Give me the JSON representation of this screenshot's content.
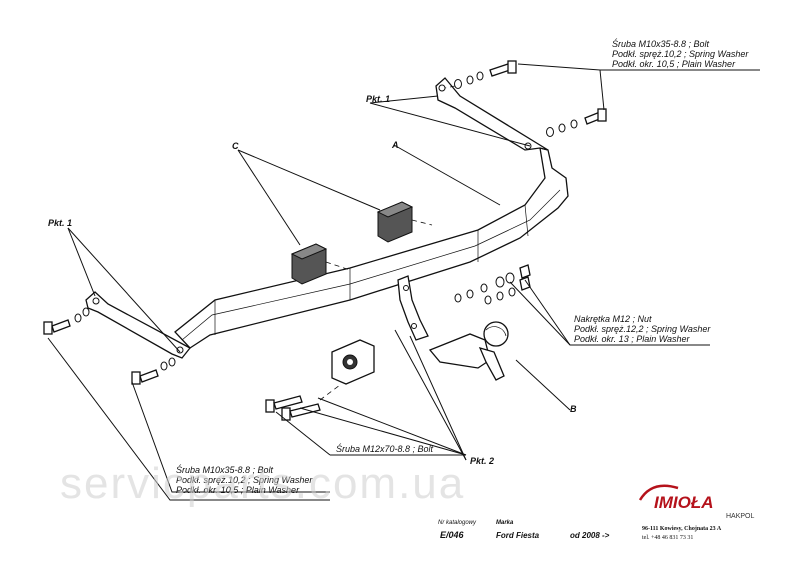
{
  "callouts": {
    "bolt_top": [
      "Śruba M10x35-8.8 ; Bolt",
      "Podkł. spręż.10,2 ; Spring Washer",
      "Podkł. okr. 10,5 ; Plain Washer"
    ],
    "nut_right": [
      "Nakrętka  M12 ; Nut",
      "Podkł. spręż.12,2 ; Spring Washer",
      "Podkł. okr. 13 ; Plain Washer"
    ],
    "bolt_bottom": [
      "Śruba M10x35-8.8 ;  Bolt",
      "Podkł. spręż.10,2 ; Spring Washer",
      "Podkł. okr. 10,5 ; Plain Washer"
    ],
    "bolt_m12": "Śruba M12x70-8.8 ;  Bolt"
  },
  "markers": {
    "pkt1_top": "Pkt. 1",
    "pkt1_left": "Pkt. 1",
    "pkt2": "Pkt. 2",
    "a": "A",
    "b": "B",
    "c": "C"
  },
  "footer": {
    "catalog_label": "Nr katalogowy",
    "catalog_value": "E/046",
    "make_label": "Marka",
    "make_value": "Ford Fiesta",
    "year": "od 2008 ->",
    "brand": "IMIOŁA",
    "brand_sub": "HAKPOL",
    "address": "96-111 Kowiesy, Chojnata 23 A",
    "phone": "tel. +48 46 831 73 31"
  },
  "watermark": "servicparts.com.ua",
  "colors": {
    "ink": "#111111",
    "brand": "#b5121b",
    "watermark": "#cfcfcf"
  }
}
